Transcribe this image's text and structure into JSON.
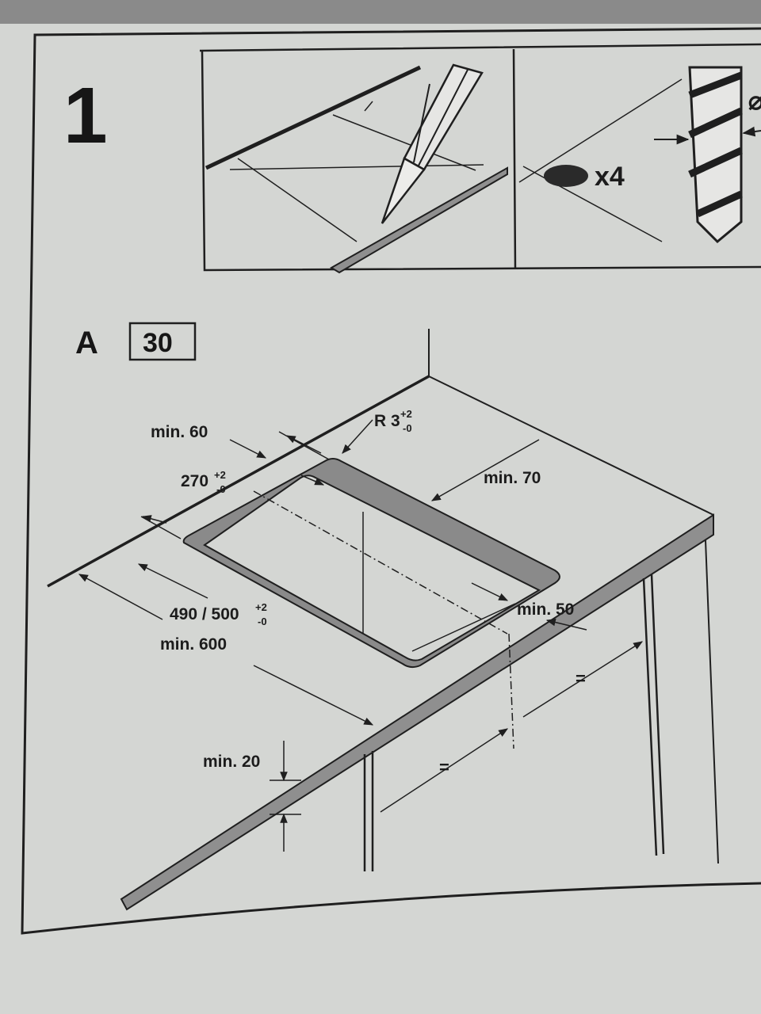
{
  "step_number": "1",
  "drill_panel": {
    "quantity": "x4",
    "diameter_glyph": "⌀"
  },
  "figure": {
    "letter": "A",
    "countertop_thickness": "30"
  },
  "dimensions": {
    "min_60": "min. 60",
    "radius": {
      "base": "R 3",
      "tol_plus": "+2",
      "tol_minus": "-0"
    },
    "depth": {
      "base": "270",
      "tol_plus": "+2",
      "tol_minus": "-0"
    },
    "min_70": "min. 70",
    "width": {
      "base": "490 / 500",
      "tol_plus": "+2",
      "tol_minus": "-0"
    },
    "min_50": "min. 50",
    "min_600": "min. 600",
    "min_20": "min. 20",
    "equal_1": "=",
    "equal_2": "="
  },
  "colors": {
    "paper": "#d4d6d3",
    "ink": "#1f1f1f",
    "countertop_edge": "#8f8f8f",
    "top_band": "#8a8a8a"
  }
}
